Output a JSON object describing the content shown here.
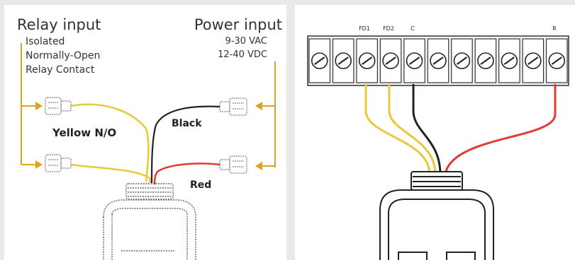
{
  "left_panel": {
    "relay_heading": "Relay input",
    "relay_lines": [
      "Isolated",
      "Normally-Open",
      "Relay Contact"
    ],
    "power_heading": "Power input",
    "power_lines": [
      "9-30 VAC",
      "12-40 VDC"
    ],
    "wire_labels": {
      "yellow": "Yellow N/O",
      "black": "Black",
      "red": "Red"
    }
  },
  "right_panel": {
    "terminal_labels": [
      "FD1",
      "FD2",
      "C",
      "R"
    ]
  },
  "colors": {
    "arrow": "#e0a020",
    "yellow_wire": "#e8c93a",
    "black_wire": "#222222",
    "red_wire": "#e53935",
    "background": "#e9e9e9"
  }
}
